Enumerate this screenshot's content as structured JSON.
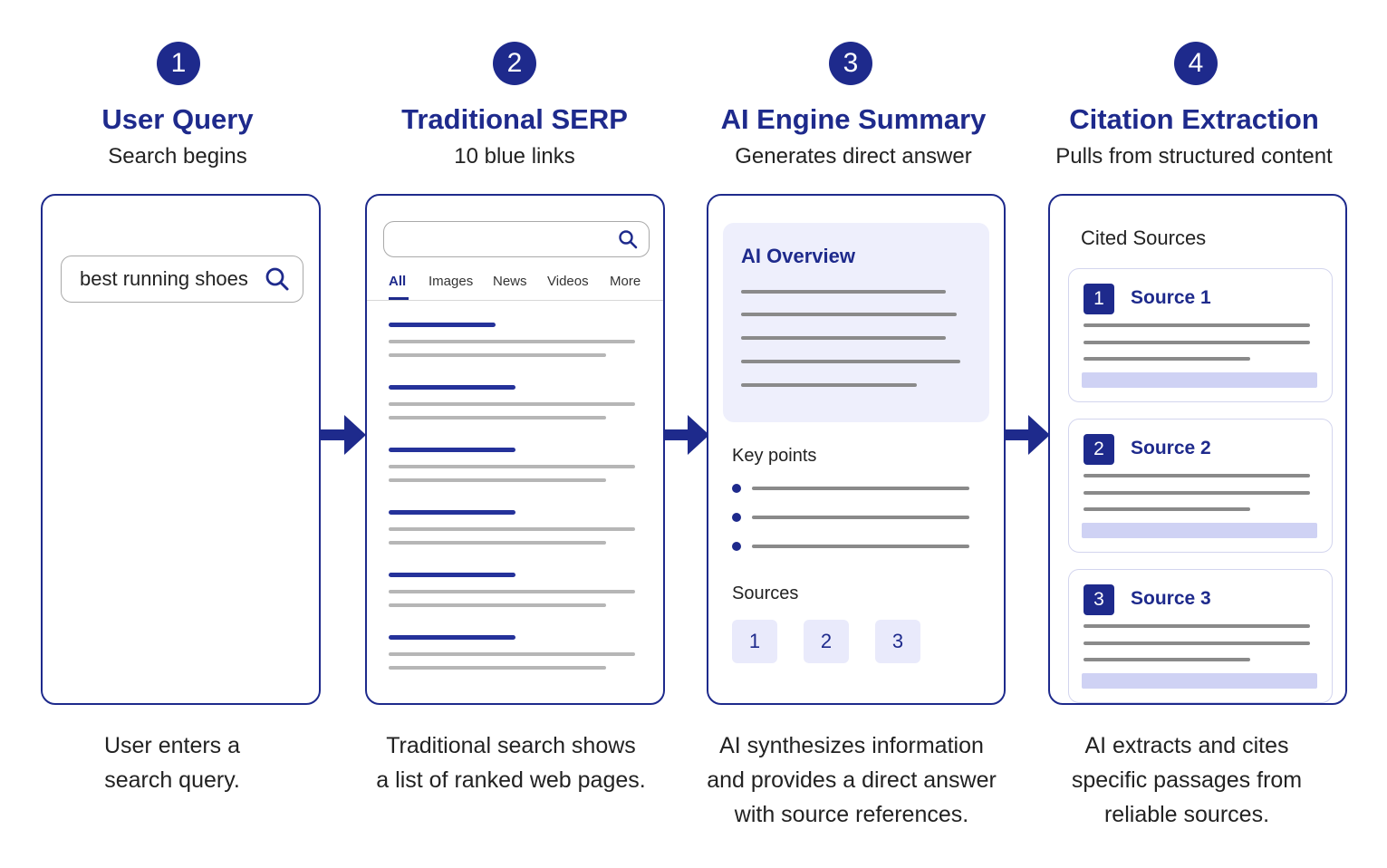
{
  "steps": [
    {
      "number": "1",
      "title": "User Query",
      "subtitle": "Search begins",
      "desc_line1": "User enters a",
      "desc_line2": "search query.",
      "desc_line3": ""
    },
    {
      "number": "2",
      "title": "Traditional SERP",
      "subtitle": "10 blue links",
      "desc_line1": "Traditional search shows",
      "desc_line2": "a list of ranked web pages.",
      "desc_line3": ""
    },
    {
      "number": "3",
      "title": "AI Engine Summary",
      "subtitle": "Generates direct answer",
      "desc_line1": "AI synthesizes information",
      "desc_line2": "and provides a direct answer",
      "desc_line3": "with source references."
    },
    {
      "number": "4",
      "title": "Citation Extraction",
      "subtitle": "Pulls from structured content",
      "desc_line1": "AI extracts and cites",
      "desc_line2": "specific passages from",
      "desc_line3": "reliable sources."
    }
  ],
  "query": {
    "text": "best running shoes",
    "icon": "search-icon"
  },
  "serp": {
    "icon": "search-icon",
    "tabs": [
      "All",
      "Images",
      "News",
      "Videos",
      "More"
    ],
    "active_tab": "All"
  },
  "ai_summary": {
    "overview_title": "AI Overview",
    "key_points_title": "Key points",
    "sources_title": "Sources",
    "source_chips": [
      "1",
      "2",
      "3"
    ]
  },
  "citations": {
    "title": "Cited Sources",
    "sources": [
      {
        "number": "1",
        "name": "Source 1"
      },
      {
        "number": "2",
        "name": "Source 2"
      },
      {
        "number": "3",
        "name": "Source 3"
      }
    ]
  },
  "colors": {
    "accent": "#1e2a8c",
    "highlight": "#cfd2f4",
    "panel_tint": "#eeeffc"
  }
}
